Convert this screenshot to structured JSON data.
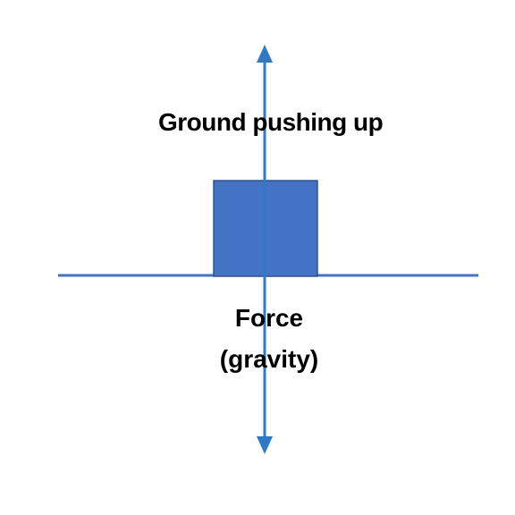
{
  "diagram": {
    "labels": {
      "upward_force": "Ground pushing up",
      "downward_force_line1": "Force",
      "downward_force_line2": "(gravity)"
    },
    "colors": {
      "block": "#4472C4",
      "block_border": "#2F528F",
      "ground_line": "#4472C4",
      "arrow": "#2F7AC7",
      "text": "#000000"
    },
    "elements": {
      "block": "box",
      "ground": "ground-line",
      "force_axis": "double-headed-arrow"
    }
  }
}
